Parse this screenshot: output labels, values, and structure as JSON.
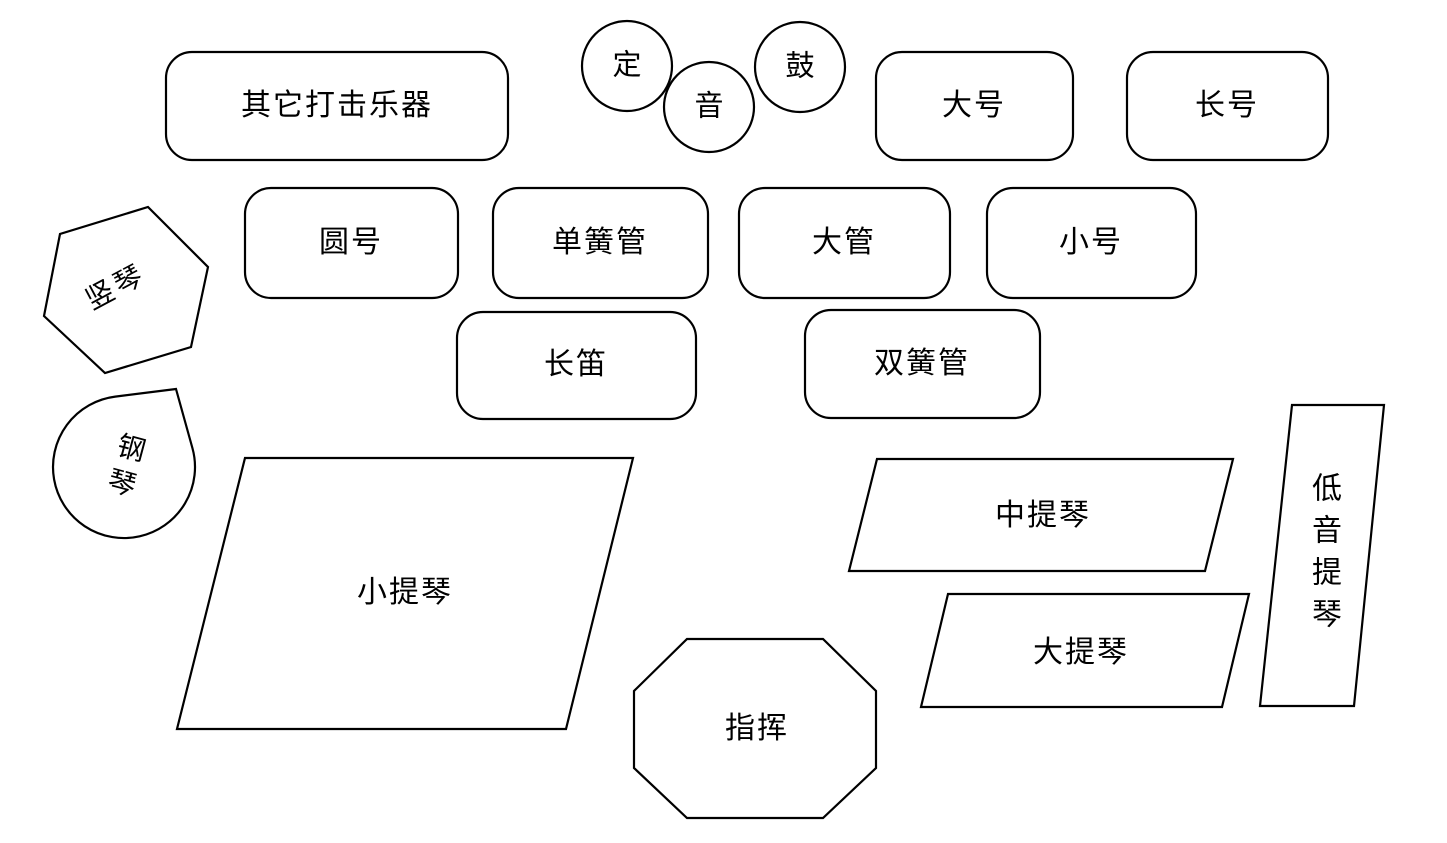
{
  "canvas": {
    "background_color": "#ffffff",
    "stroke_color": "#000000",
    "text_color": "#000000"
  },
  "diagram": {
    "nodes": {
      "other_percussion": {
        "label": "其它打击乐器",
        "shape": "rounded-rectangle"
      },
      "timpani": {
        "label": "定音鼓",
        "chars": [
          "定",
          "音",
          "鼓"
        ],
        "shape": "three-circles"
      },
      "tuba": {
        "label": "大号",
        "shape": "rounded-rectangle"
      },
      "trombone": {
        "label": "长号",
        "shape": "rounded-rectangle"
      },
      "french_horn": {
        "label": "圆号",
        "shape": "rounded-rectangle"
      },
      "clarinet": {
        "label": "单簧管",
        "shape": "rounded-rectangle"
      },
      "bassoon": {
        "label": "大管",
        "shape": "rounded-rectangle"
      },
      "trumpet": {
        "label": "小号",
        "shape": "rounded-rectangle"
      },
      "flute": {
        "label": "长笛",
        "shape": "rounded-rectangle"
      },
      "oboe": {
        "label": "双簧管",
        "shape": "rounded-rectangle"
      },
      "harp": {
        "label": "竖琴",
        "shape": "hexagon"
      },
      "piano": {
        "label": "钢琴",
        "shape": "teardrop"
      },
      "violin": {
        "label": "小提琴",
        "shape": "parallelogram"
      },
      "viola": {
        "label": "中提琴",
        "shape": "parallelogram"
      },
      "cello": {
        "label": "大提琴",
        "shape": "parallelogram"
      },
      "double_bass": {
        "label": "低音提琴",
        "shape": "vertical-parallelogram"
      },
      "conductor": {
        "label": "指挥",
        "shape": "octagon"
      }
    }
  }
}
